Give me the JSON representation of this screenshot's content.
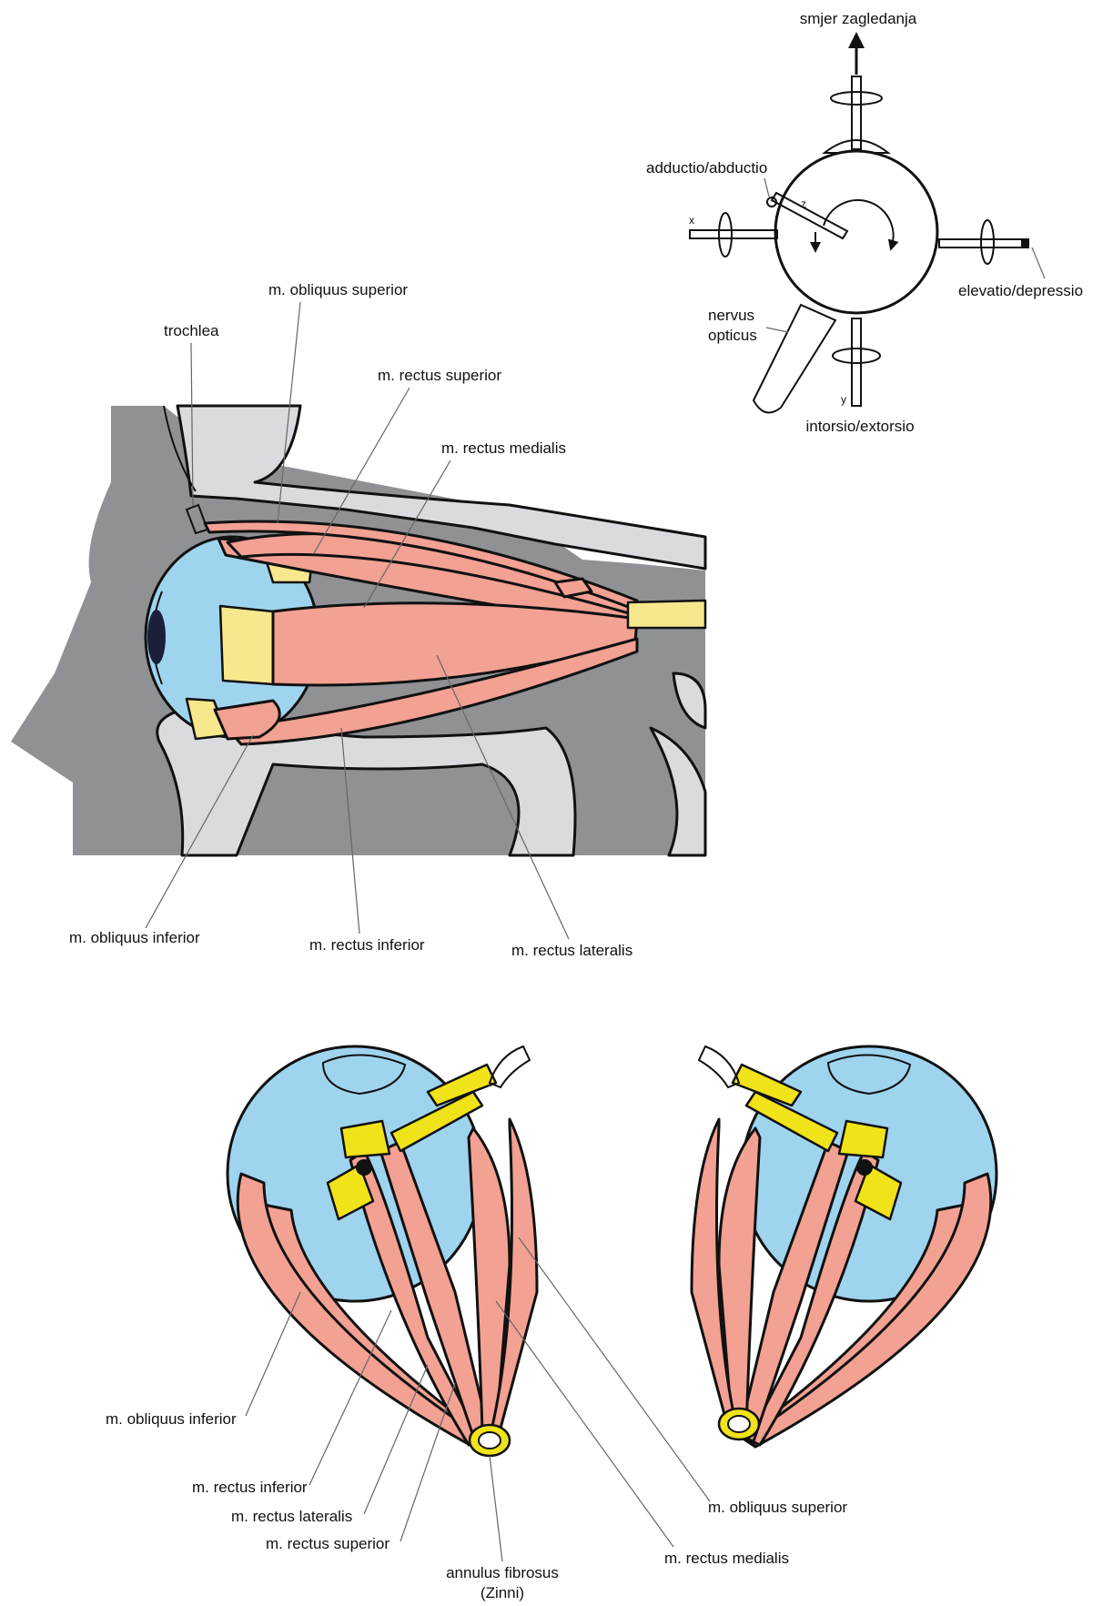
{
  "axes_diagram": {
    "gaze_direction": "smjer zagledanja",
    "adduction": "adductio/abductio",
    "elevation": "elevatio/depressio",
    "optic_nerve_line1": "nervus",
    "optic_nerve_line2": "opticus",
    "intorsion": "intorsio/extorsio",
    "axis_x": "x",
    "axis_y": "y",
    "axis_z": "z"
  },
  "lateral_view": {
    "obliquus_superior": "m. obliquus superior",
    "trochlea": "trochlea",
    "rectus_superior": "m. rectus superior",
    "rectus_medialis": "m. rectus medialis",
    "obliquus_inferior": "m. obliquus inferior",
    "rectus_inferior": "m. rectus inferior",
    "rectus_lateralis": "m. rectus lateralis"
  },
  "front_view": {
    "obliquus_inferior": "m. obliquus inferior",
    "rectus_inferior": "m. rectus inferior",
    "rectus_lateralis": "m. rectus lateralis",
    "rectus_superior": "m. rectus superior",
    "annulus_line1": "annulus fibrosus",
    "annulus_line2": "(Zinni)",
    "rectus_medialis": "m. rectus medialis",
    "obliquus_superior": "m. obliquus superior"
  },
  "colors": {
    "muscle": "#f2a193",
    "eyeball": "#9fd4ef",
    "tendon": "#f7e88e",
    "annulus": "#f0e319",
    "bone": "#d9dbde",
    "orbit": "#8f9194"
  }
}
